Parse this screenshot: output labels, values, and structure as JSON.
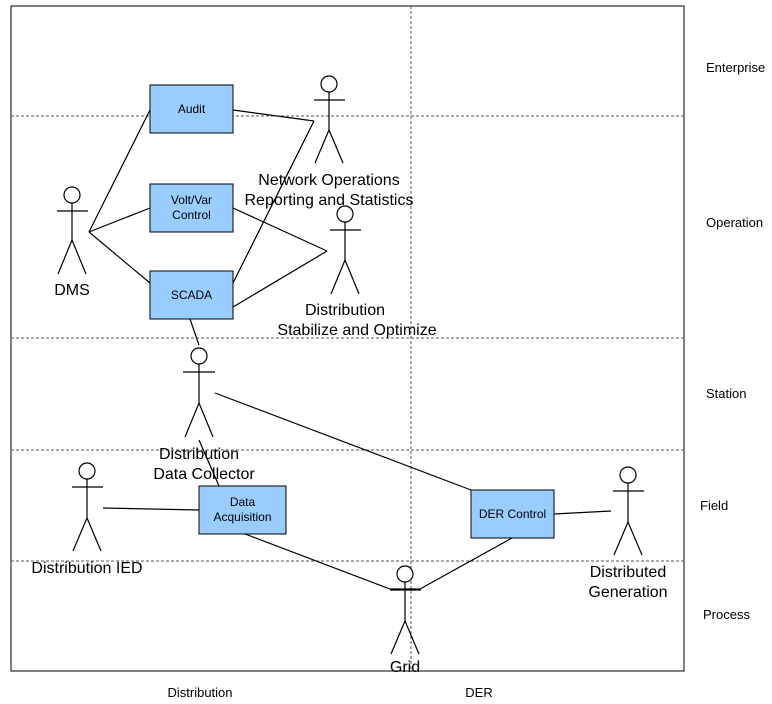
{
  "zones": {
    "enterprise": "Enterprise",
    "operation": "Operation",
    "station": "Station",
    "field": "Field",
    "process": "Process"
  },
  "domains": {
    "distribution": "Distribution",
    "der": "DER"
  },
  "boxes": {
    "audit": "Audit",
    "voltvar_1": "Volt/Var",
    "voltvar_2": "Control",
    "scada": "SCADA",
    "data_acq_1": "Data",
    "data_acq_2": "Acquisition",
    "der_control": "DER Control"
  },
  "actors": {
    "dms": "DMS",
    "network_ops_1": "Network Operations",
    "network_ops_2": "Reporting and Statistics",
    "dist_stab_1": "Distribution",
    "dist_stab_2": "Stabilize and Optimize",
    "dist_collector_1": "Distribution",
    "dist_collector_2": "Data Collector",
    "dist_ied": "Distribution IED",
    "dist_gen_1": "Distributed",
    "dist_gen_2": "Generation",
    "grid": "Grid"
  },
  "colors": {
    "box_fill": "#99ccff"
  }
}
